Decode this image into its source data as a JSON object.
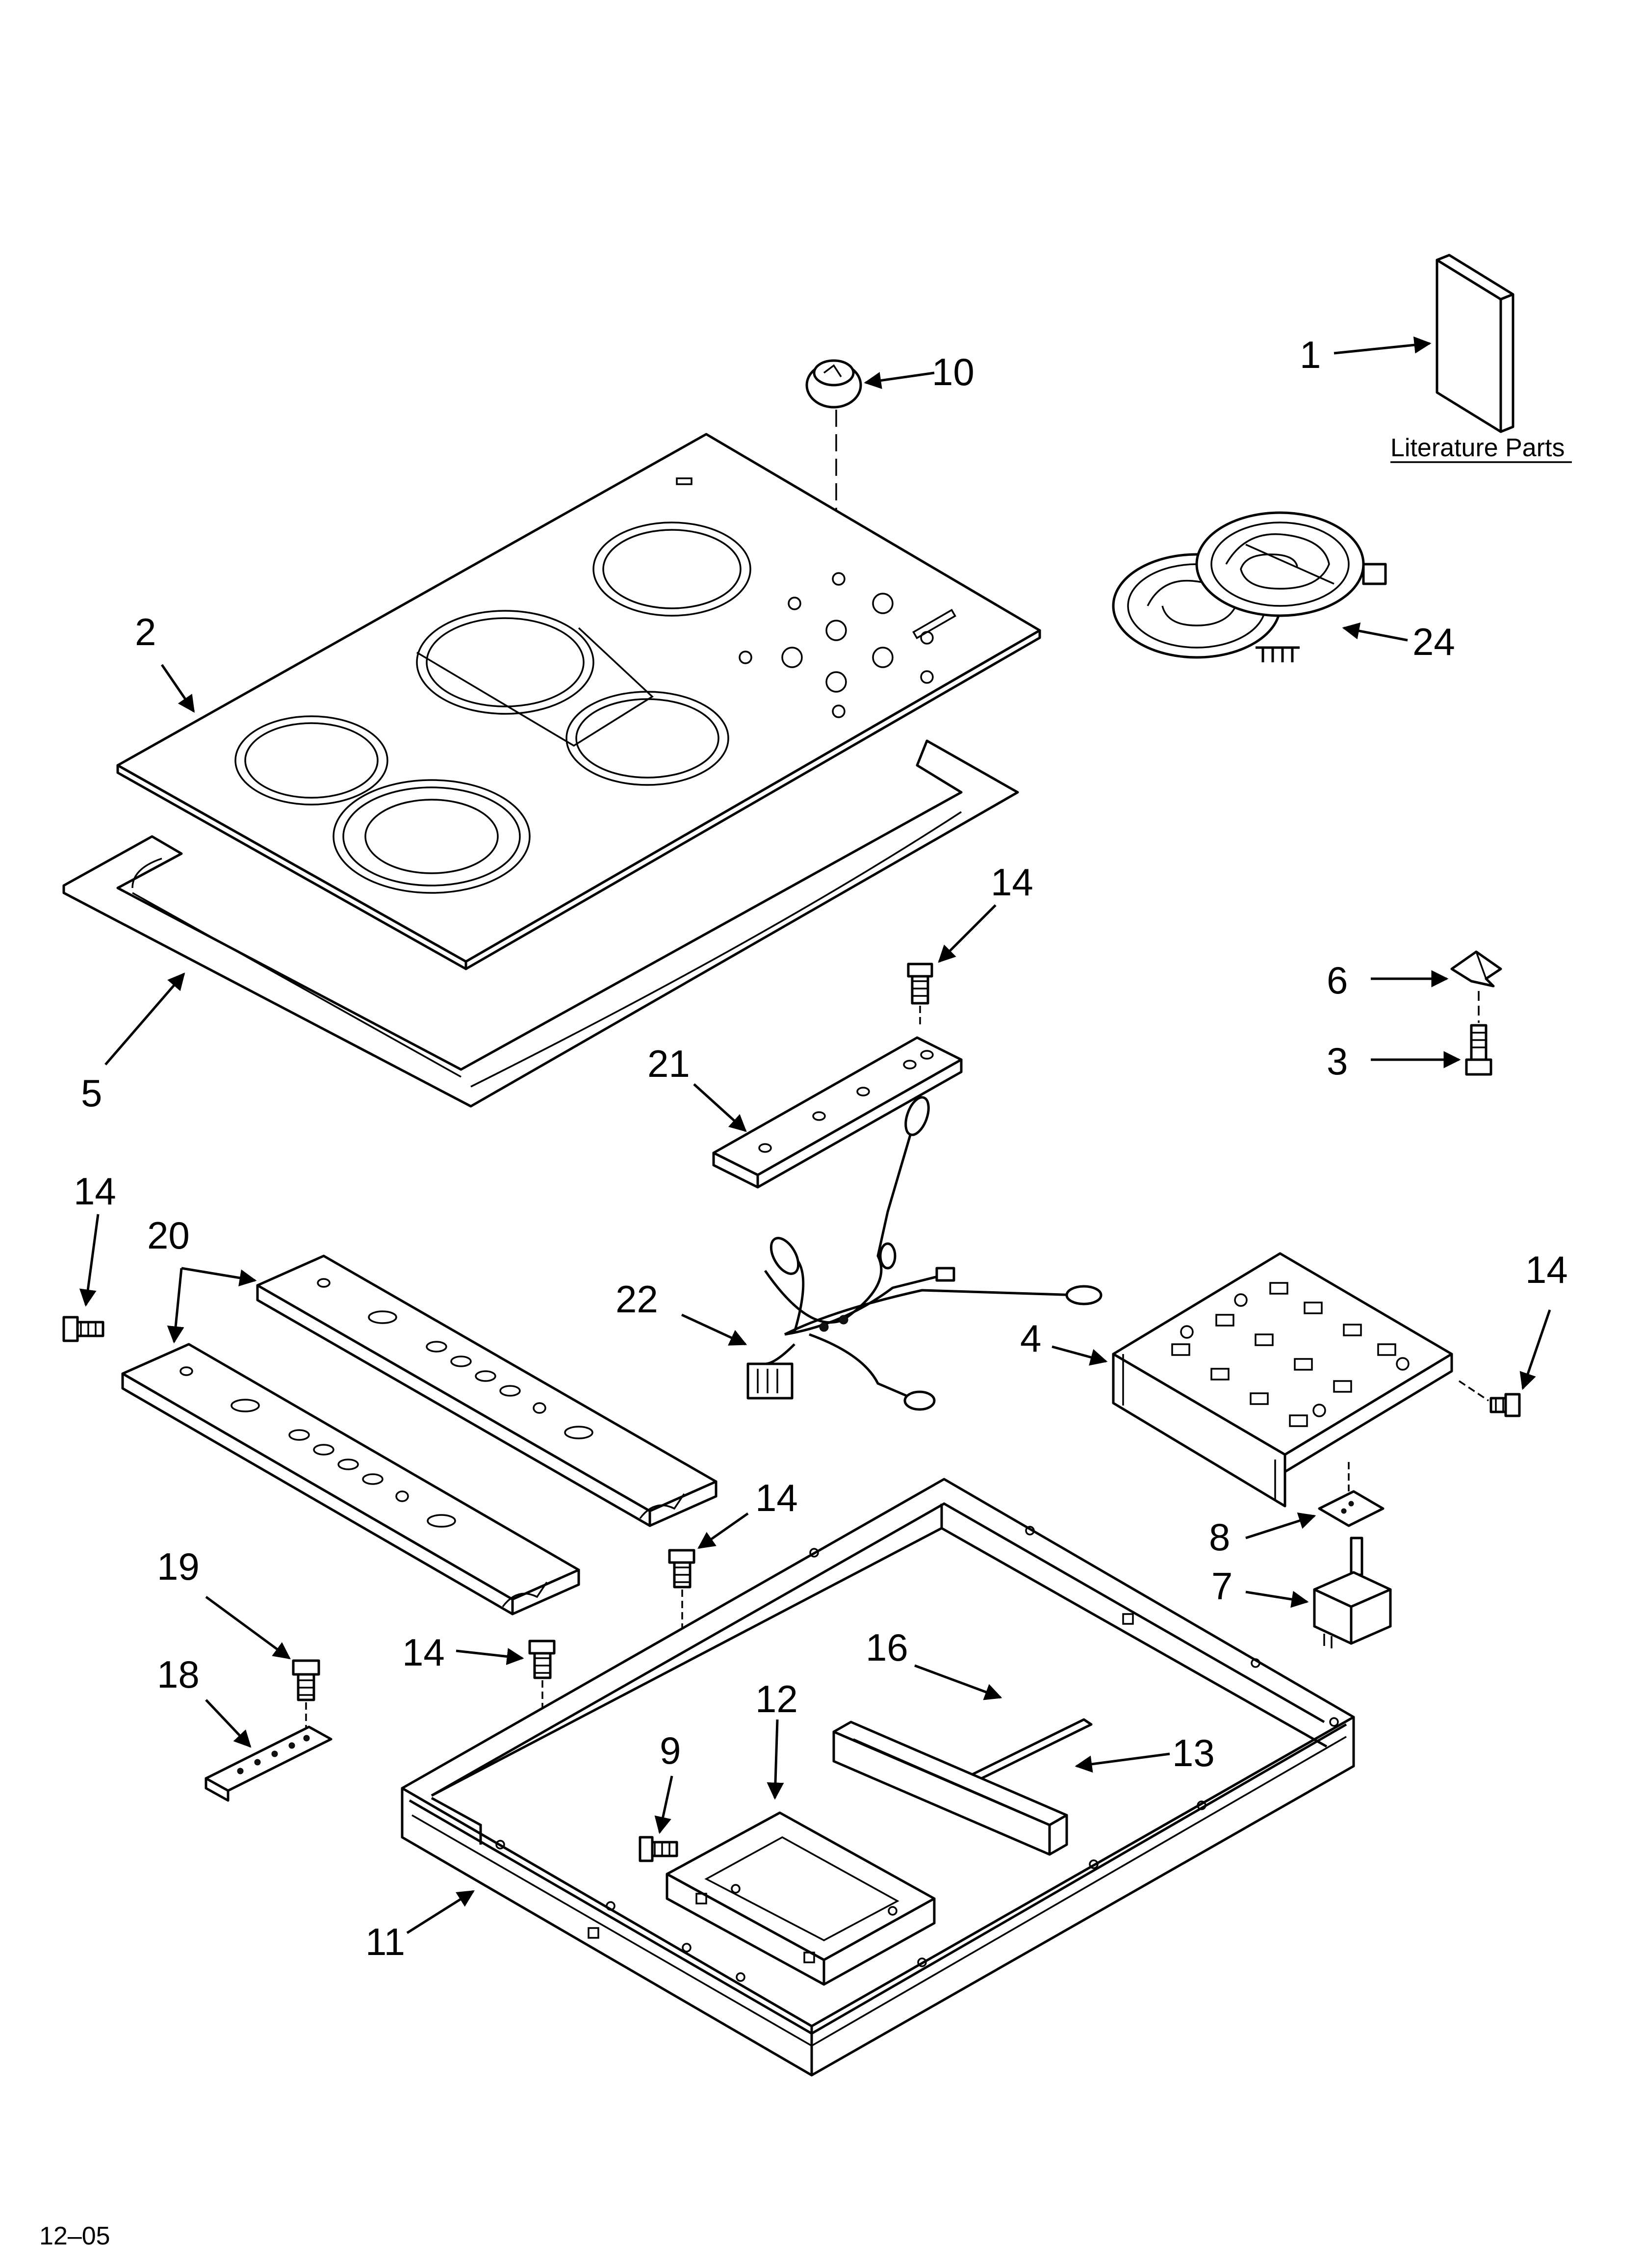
{
  "diagram": {
    "literature_label": "Literature Parts",
    "footer_code": "12–05",
    "callouts": {
      "c1": "1",
      "c2": "2",
      "c3": "3",
      "c4": "4",
      "c5": "5",
      "c6": "6",
      "c7": "7",
      "c8": "8",
      "c9": "9",
      "c10": "10",
      "c11": "11",
      "c12": "12",
      "c13": "13",
      "c14": "14",
      "c16": "16",
      "c18": "18",
      "c19": "19",
      "c20": "20",
      "c21": "21",
      "c22": "22",
      "c24": "24"
    }
  }
}
